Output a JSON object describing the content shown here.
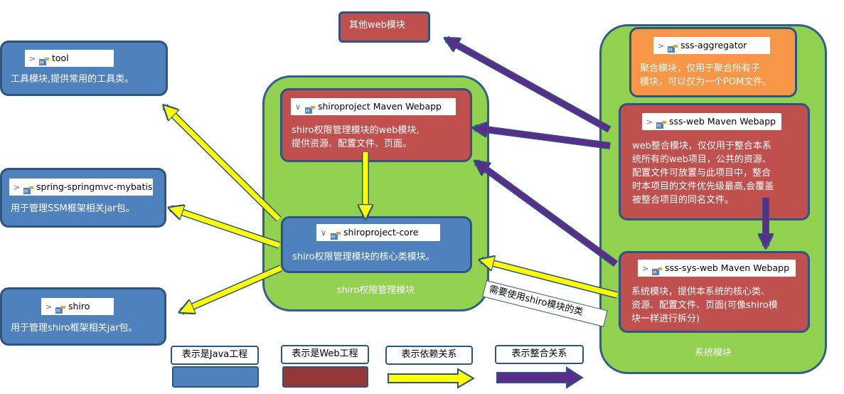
{
  "groups": {
    "shiro": "shiro权限管理模块",
    "sys": "系统模块"
  },
  "boxes": {
    "other_web": "其他web模块",
    "tool": {
      "tag": "tool",
      "desc": "工具模块,提供常用的工具类。"
    },
    "ssm": {
      "tag": "spring-springmvc-mybatis",
      "desc": "用于管理SSM框架相关jar包。"
    },
    "shiro": {
      "tag": "shiro",
      "desc": "用于管理shiro框架相关jar包。"
    },
    "shiro_web": {
      "tag": "shiroproject Maven Webapp",
      "desc_1": "shiro权限管理模块的web模块,",
      "desc_2": "提供资源、配置文件、页面。"
    },
    "shiro_core": {
      "tag": "shiroproject-core",
      "desc": "shiro权限管理模块的核心类模块。"
    },
    "aggregator": {
      "tag": "sss-aggregator",
      "desc_1": "聚合模块，仅用于聚合所有子",
      "desc_2": "模块，可以仅为一个POM文件。"
    },
    "sss_web": {
      "tag": "sss-web Maven Webapp",
      "lines": [
        "web整合模块，仅仅用于整合本系",
        "统所有的web项目，公共的资源、",
        "配置文件可放置与此项目中，整合",
        "时本项目的文件优先级最高,会覆盖",
        "被整合项目的同名文件。"
      ]
    },
    "sys_web": {
      "tag": "sss-sys-web Maven Webapp",
      "lines": [
        "系统模块，提供本系统的核心类、",
        "资源、配置文件、页面(可像shiro模",
        "块一样进行拆分)"
      ]
    }
  },
  "callout": "需要使用shiro模块的类",
  "legend": {
    "java": "表示是Java工程",
    "web": "表示是Web工程",
    "depend": "表示依赖关系",
    "integrate": "表示整合关系"
  },
  "colors": {
    "java": "#4f81bd",
    "web": "#c0504d",
    "aggregator": "#f79646",
    "group": "#92d050",
    "dependency_arrow": "#ffff00",
    "integration_arrow": "#5b2d8a"
  }
}
